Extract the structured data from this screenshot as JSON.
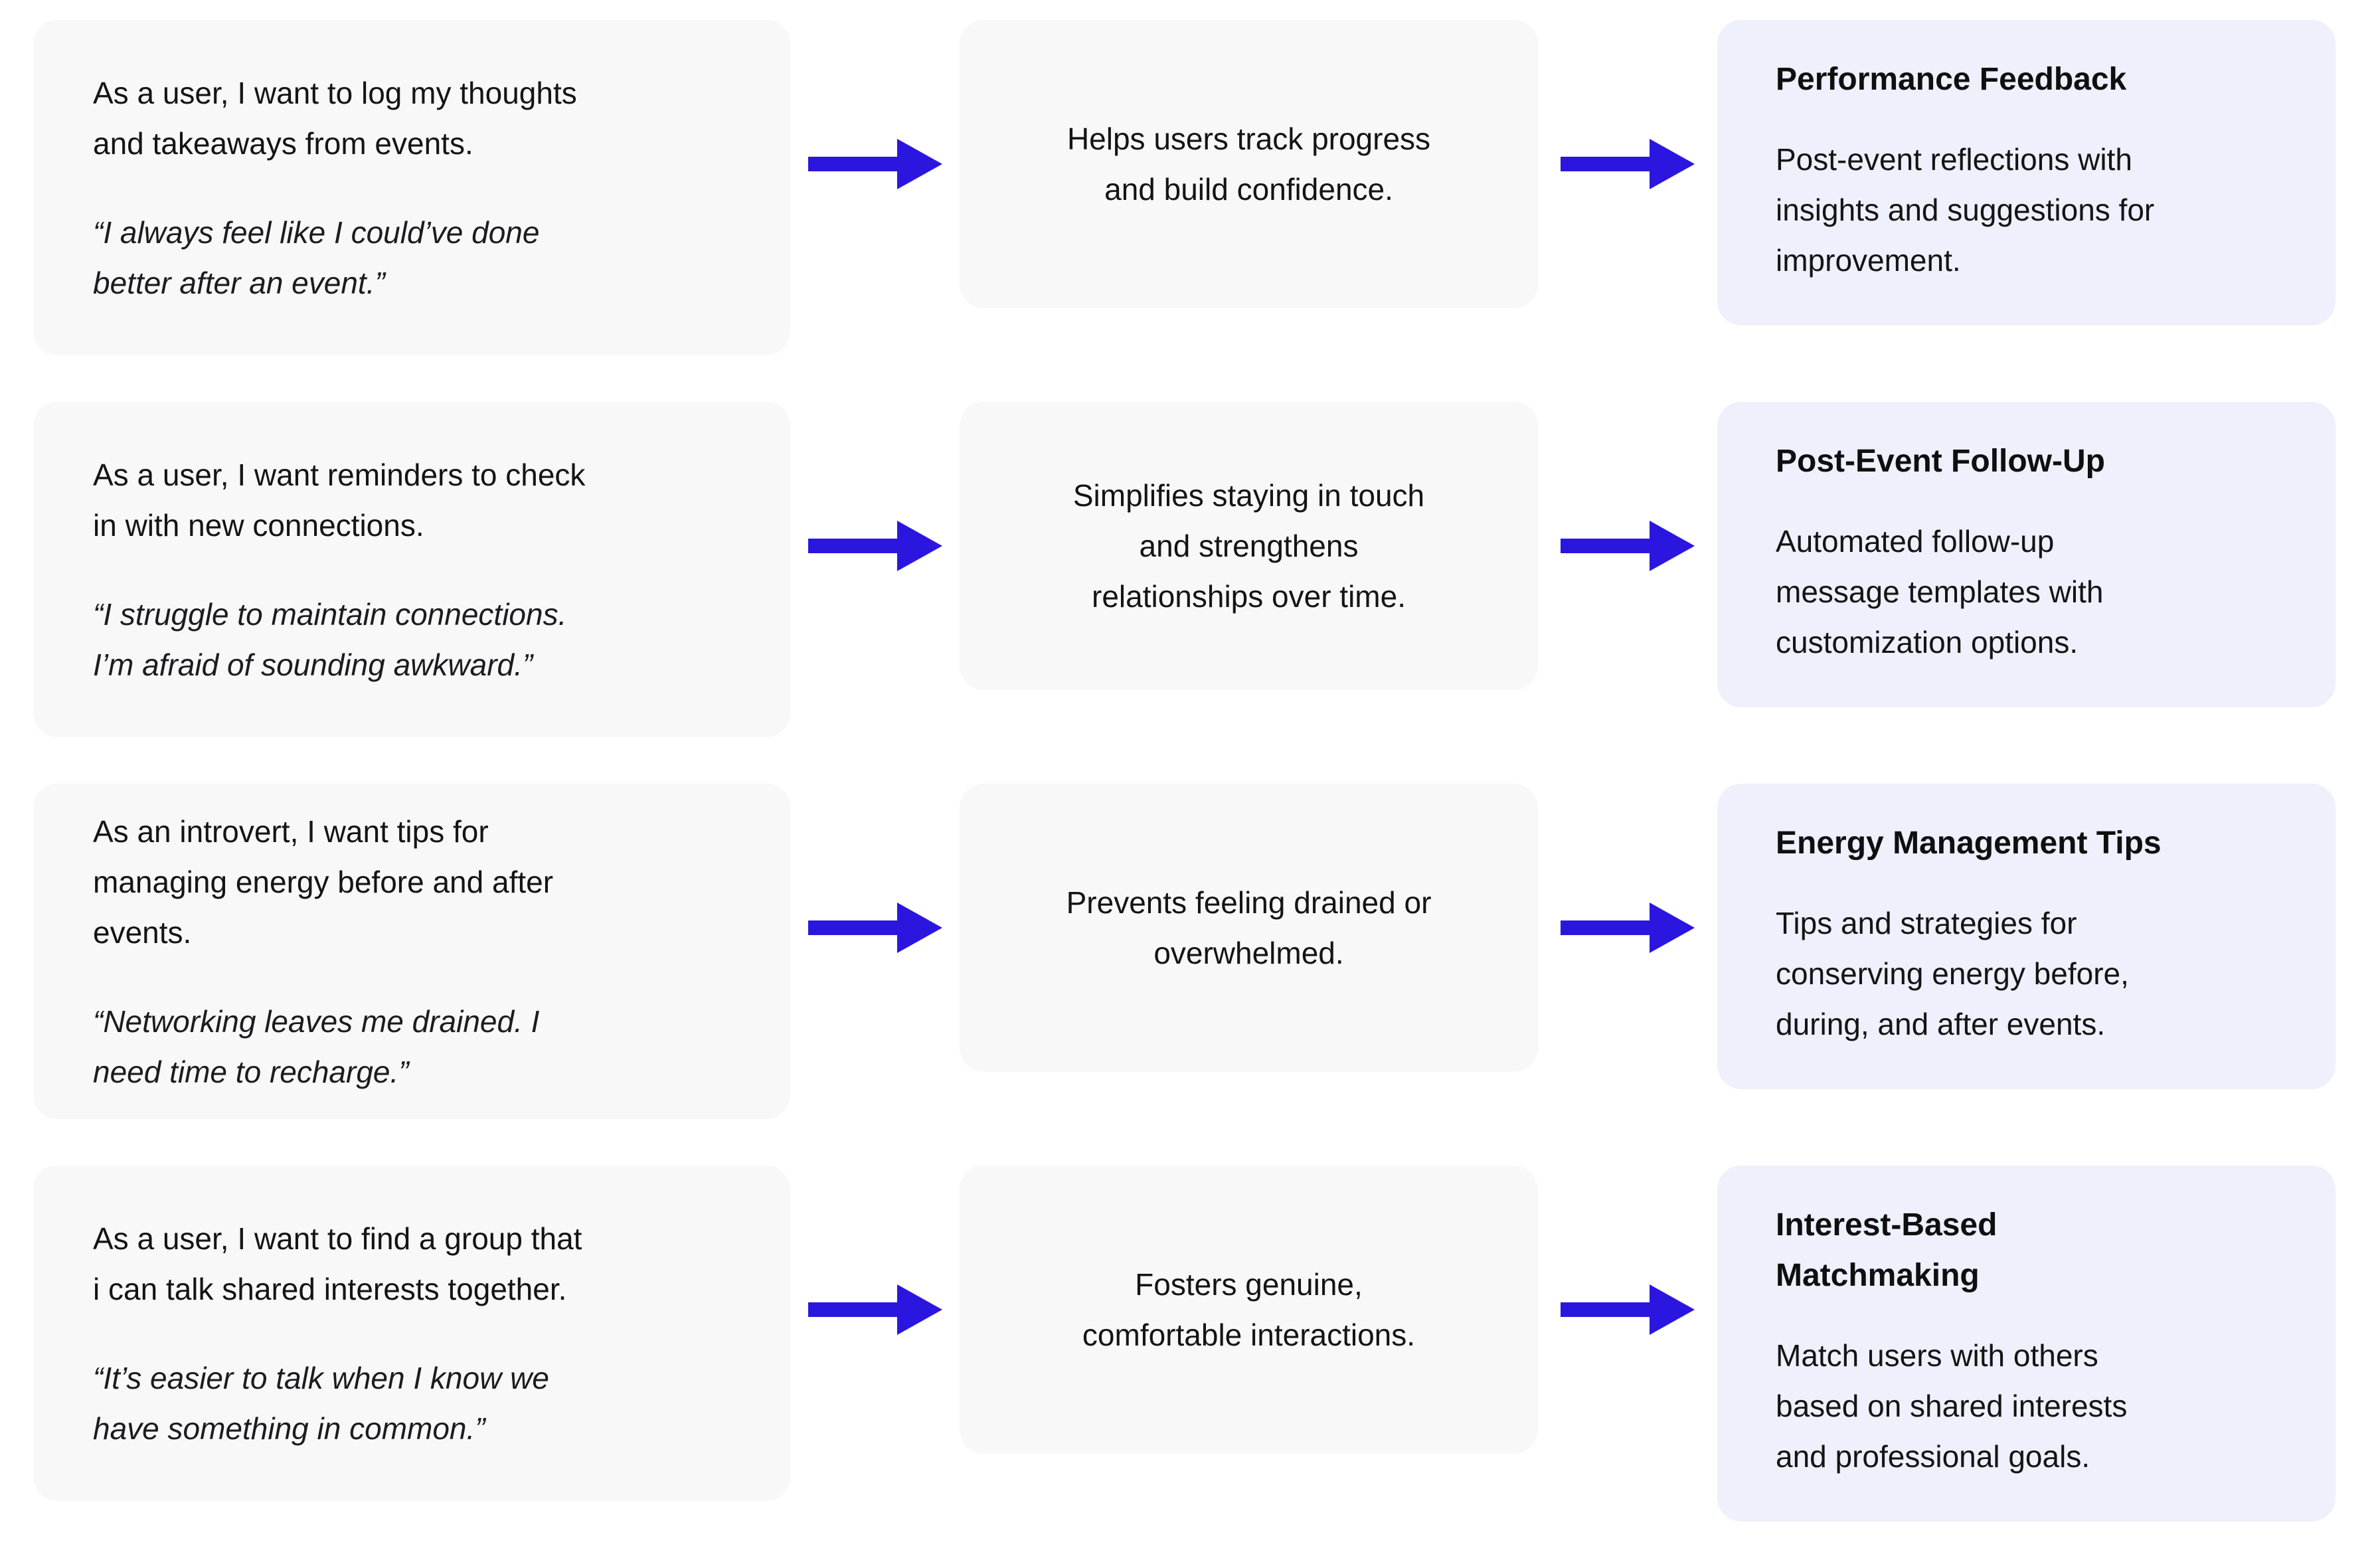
{
  "colors": {
    "page_background": "#ffffff",
    "card_background": "#f8f8f9",
    "feature_card_background": "#eef0fb",
    "arrow": "#2b16e0",
    "text": "#141414"
  },
  "icons": {
    "flow_arrow": "arrow-right"
  },
  "rows": [
    {
      "story": "As a user, I want to log my thoughts\nand takeaways from events.",
      "quote": "“I always feel like I could’ve done\nbetter after an event.”",
      "benefit": "Helps users track progress\nand build confidence.",
      "feature_title": "Performance Feedback",
      "feature_description": "Post-event reflections with\ninsights and suggestions for\nimprovement."
    },
    {
      "story": "As a user, I want reminders to check\nin with new connections.",
      "quote": "“I struggle to maintain connections.\nI’m afraid of sounding awkward.”",
      "benefit": "Simplifies staying in touch\nand strengthens\nrelationships over time.",
      "feature_title": "Post-Event Follow-Up",
      "feature_description": "Automated follow-up\nmessage templates with\ncustomization options."
    },
    {
      "story": "As an introvert, I want tips for\nmanaging energy before and after\nevents.",
      "quote": "“Networking leaves me drained. I\nneed time to recharge.”",
      "benefit": "Prevents feeling drained or\noverwhelmed.",
      "feature_title": "Energy Management Tips",
      "feature_description": "Tips and strategies for\nconserving energy before,\nduring, and after events."
    },
    {
      "story": "As a user, I want to find a group that\ni can talk shared interests together.",
      "quote": "“It’s easier to talk when I know we\nhave something in common.”",
      "benefit": "Fosters genuine,\ncomfortable interactions.",
      "feature_title": "Interest-Based\nMatchmaking",
      "feature_description": "Match users with others\nbased on shared interests\nand professional goals."
    }
  ]
}
